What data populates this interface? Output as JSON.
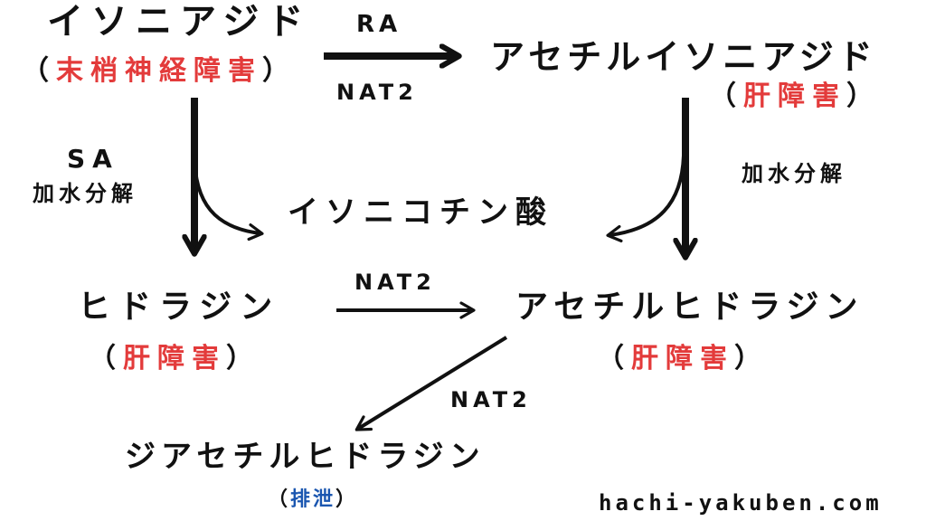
{
  "nodes": {
    "isoniazid": "イソニアジド",
    "isoniazid_note_open": "（",
    "isoniazid_note": "末梢神経障害",
    "isoniazid_note_close": "）",
    "acetylisoniazid": "アセチルイソニアジド",
    "acetylisoniazid_note_open": "（",
    "acetylisoniazid_note": "肝障害",
    "acetylisoniazid_note_close": "）",
    "isonicotinic_acid": "イソニコチン酸",
    "hydrazine": "ヒドラジン",
    "hydrazine_note_open": "（",
    "hydrazine_note": "肝障害",
    "hydrazine_note_close": "）",
    "acetylhydrazine": "アセチルヒドラジン",
    "acetylhydrazine_note_open": "（",
    "acetylhydrazine_note": "肝障害",
    "acetylhydrazine_note_close": "）",
    "diacetylhydrazine": "ジアセチルヒドラジン",
    "diacetylhydrazine_note_open": "（",
    "diacetylhydrazine_note": "排泄",
    "diacetylhydrazine_note_close": "）"
  },
  "edges": {
    "ra": "RA",
    "nat2_top": "NAT2",
    "sa": "SA",
    "hydrolysis_left": "加水分解",
    "hydrolysis_right": "加水分解",
    "nat2_middle": "NAT2",
    "nat2_bottom": "NAT2"
  },
  "colors": {
    "adverse": "#e33b3b",
    "excretion": "#1a56b0",
    "arrow": "#111111"
  },
  "watermark": "hachi-yakuben.com"
}
